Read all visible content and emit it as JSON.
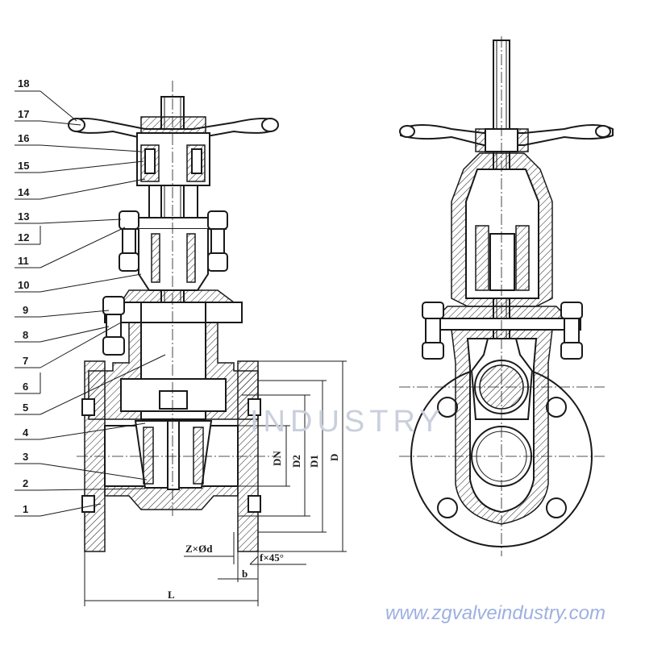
{
  "drawing": {
    "part_labels": [
      "18",
      "17",
      "16",
      "15",
      "14",
      "13",
      "12",
      "11",
      "10",
      "9",
      "8",
      "7",
      "6",
      "5",
      "4",
      "3",
      "2",
      "1"
    ],
    "dimension_labels": {
      "dn": "DN",
      "d2": "D2",
      "d1": "D1",
      "d": "D",
      "bolt_holes": "Z×Ød",
      "chamfer": "f×45°",
      "b": "b",
      "length": "L"
    },
    "watermark_text": "INDUSTRY",
    "watermark_url": "www.zgvalveindustry.com"
  }
}
